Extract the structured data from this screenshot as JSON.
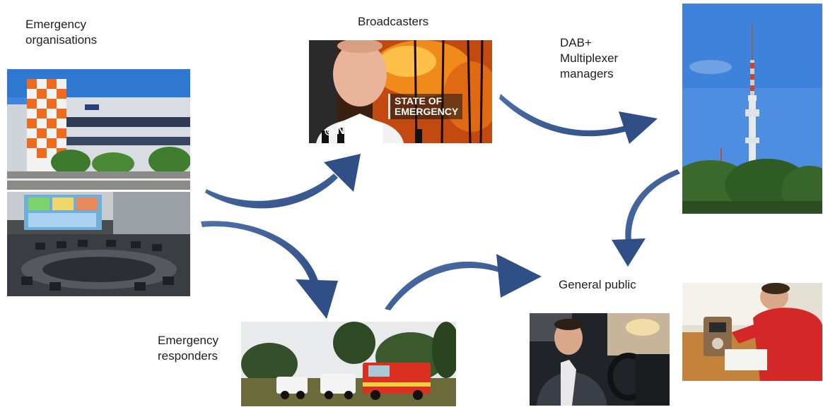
{
  "labels": {
    "emergency_organisations": "Emergency\norganisations",
    "broadcasters": "Broadcasters",
    "dab_multiplexer": "DAB+\nMultiplexer\nmanagers",
    "general_public": "General public",
    "emergency_responders": "Emergency\nresponders"
  },
  "news_photo": {
    "caption": "STATE OF\nEMERGENCY",
    "logo_symbol": "◎",
    "logo": "NEWS"
  },
  "colors": {
    "arrow": "#2f4f86",
    "arrow_light": "#4f6fa8",
    "sky": "#4e8ee0"
  }
}
